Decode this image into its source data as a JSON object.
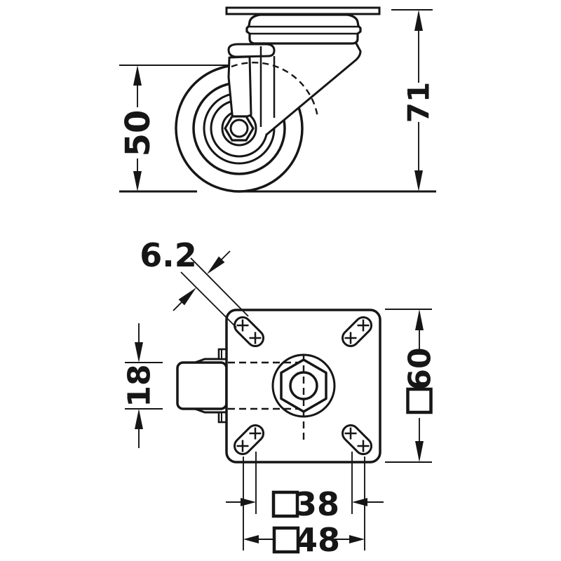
{
  "colors": {
    "ink": "#161616",
    "paper": "#ffffff"
  },
  "side_view": {
    "wheel_diameter_label": "50",
    "overall_height_label": "71"
  },
  "plan_view": {
    "slot_hole_width_label": "6.2",
    "wheel_width_label": "18",
    "plate_size_label": "60",
    "inner_hole_spacing_label": "38",
    "outer_hole_spacing_label": "48",
    "square_symbol": "□"
  }
}
